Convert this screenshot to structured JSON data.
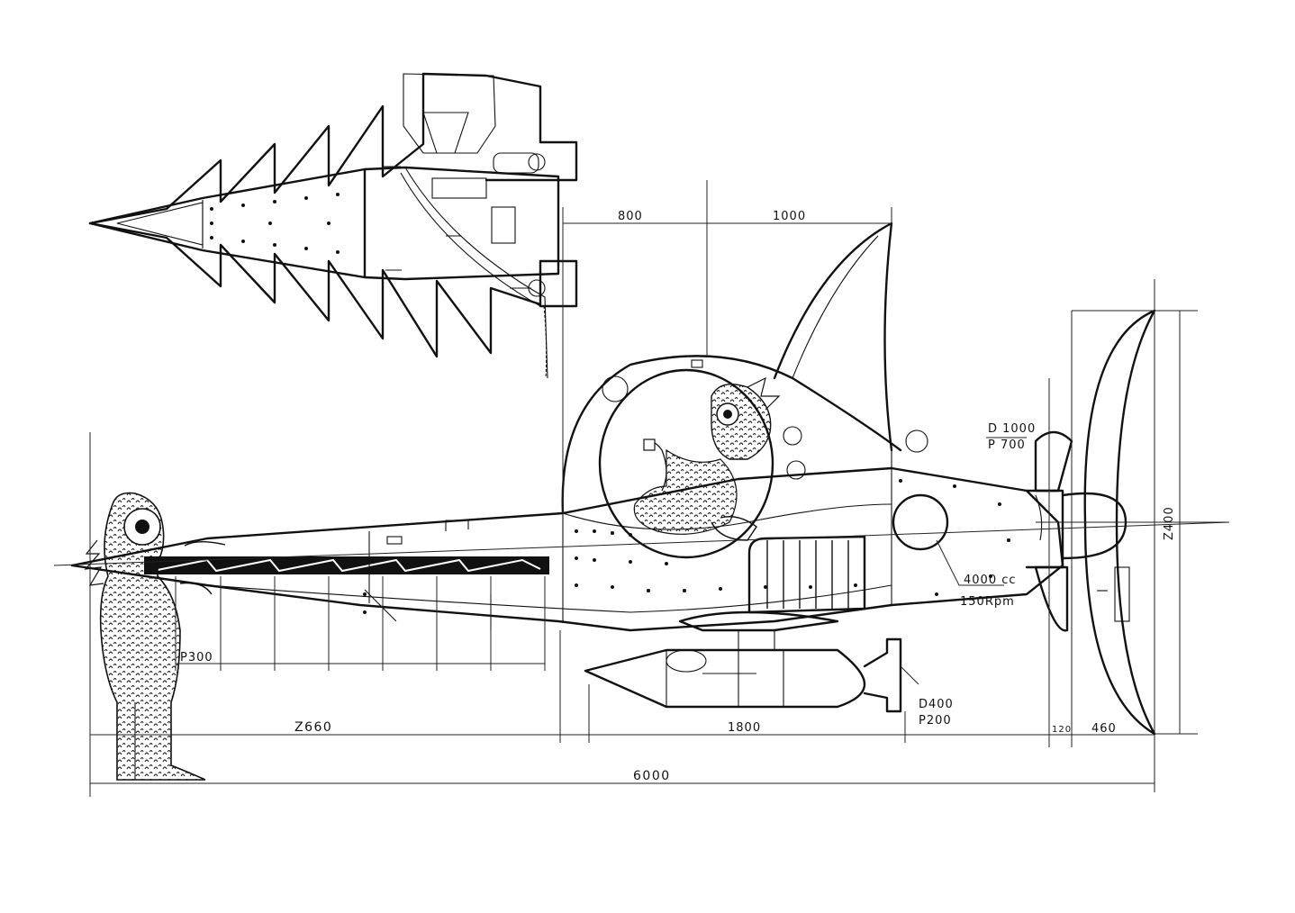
{
  "dimensions": {
    "d800": "800",
    "d1000": "1000",
    "d2660": "Z660",
    "d1800": "1800",
    "d120": "120",
    "d460": "460",
    "d6000": "6000",
    "d2400": "Z400",
    "p300": "P300"
  },
  "specs": {
    "prop_d": "D 1000",
    "prop_p": "P 700",
    "engine_cc": "4000 cc",
    "engine_rpm": "150Rpm",
    "torpedo_d": "D400",
    "torpedo_p": "P200"
  }
}
